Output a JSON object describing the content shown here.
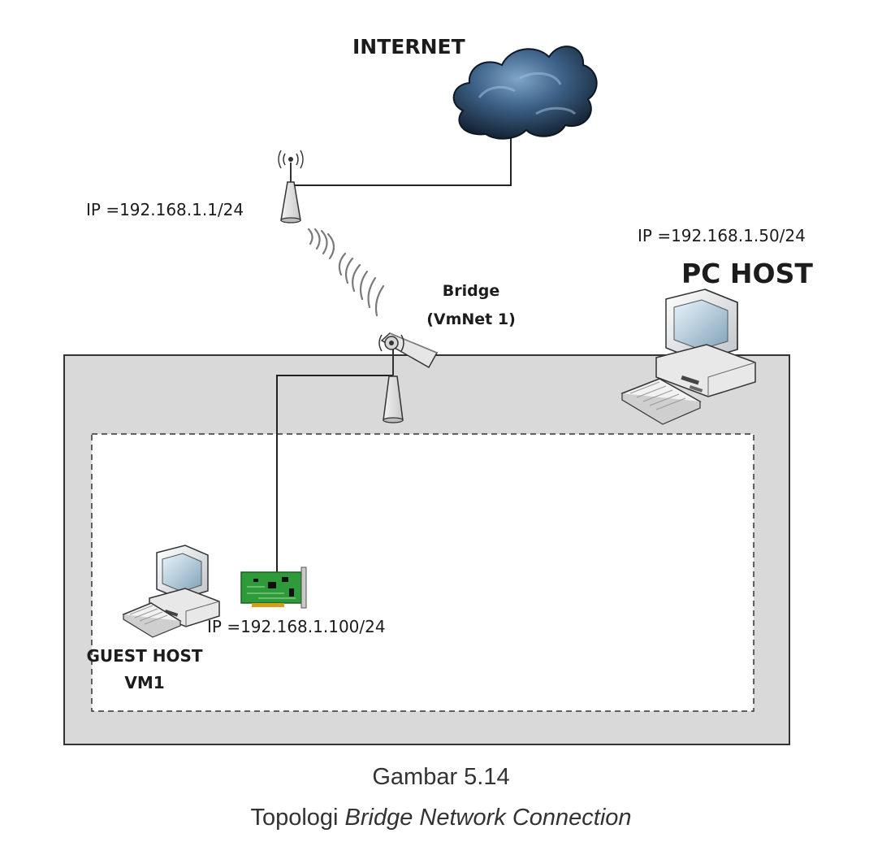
{
  "diagram": {
    "labels": {
      "internet": "INTERNET",
      "router_ip": "IP =192.168.1.1/24",
      "bridge_line1": "Bridge",
      "bridge_line2": "(VmNet 1)",
      "pc_host_ip": "IP =192.168.1.50/24",
      "pc_host": "PC HOST",
      "guest_ip": "IP =192.168.1.100/24",
      "guest_line1": "GUEST HOST",
      "guest_line2": "VM1"
    },
    "colors": {
      "host_area": "#d9d9d9",
      "border": "#333333",
      "cloud": "#2e4a66",
      "nic_board": "#2f9a3a"
    }
  },
  "caption": {
    "figure_number": "Gambar 5.14",
    "title_plain": "Topologi ",
    "title_italic": "Bridge Network Connection"
  }
}
